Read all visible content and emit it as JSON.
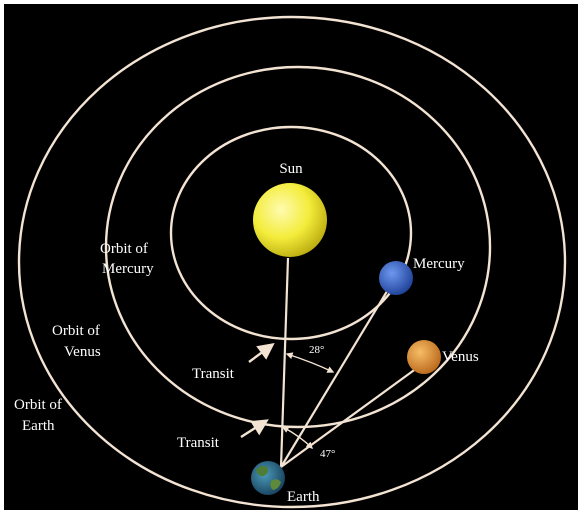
{
  "colors": {
    "background": "#000000",
    "frame": "#ffffff",
    "orbit": "#f3e3d3",
    "sun": "#f3ec3a",
    "mercury": "#2f5fc8",
    "venus": "#e6952e",
    "earth": "#2e6f8e",
    "text": "#ffffff"
  },
  "bodies": {
    "sun": "Sun",
    "mercury": "Mercury",
    "venus": "Venus",
    "earth": "Earth"
  },
  "orbit_labels": {
    "mercury_line1": "Orbit of",
    "mercury_line2": "Mercury",
    "venus_line1": "Orbit of",
    "venus_line2": "Venus",
    "earth_line1": "Orbit of",
    "earth_line2": "Earth"
  },
  "transits": {
    "mercury": "Transit",
    "venus": "Transit"
  },
  "angles": {
    "mercury": "28°",
    "venus": "47°"
  },
  "icons": [
    "sun-icon",
    "mercury-icon",
    "venus-icon",
    "earth-icon",
    "transit-arrow-icon"
  ]
}
